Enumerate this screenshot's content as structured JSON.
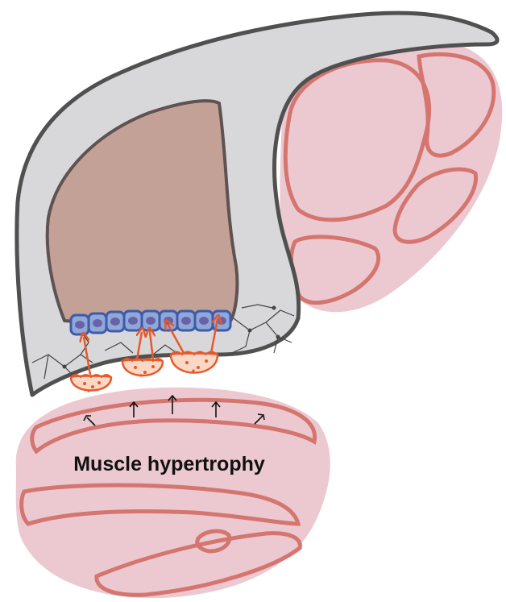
{
  "diagram": {
    "label": "Muscle hypertrophy"
  },
  "colors": {
    "background": "#ffffff",
    "bone_fill": "#d8d8da",
    "bone_outline": "#505050",
    "marrow_fill": "#c4a196",
    "marrow_outline": "#5e5252",
    "muscle_fill": "#ecc9d0",
    "muscle_fascicle_outline": "#d4756f",
    "osteoblast_fill": "#8fa8d8",
    "osteoblast_outline": "#3f5aa8",
    "osteoblast_nucleus": "#6a62a8",
    "signal_vesicle_fill": "#fbd8c6",
    "signal_arrow": "#e55a2b",
    "force_arrow": "#111111",
    "canaliculi": "#444444"
  },
  "icons": {
    "signal_arrows": "upward-arrow",
    "force_arrows": "upward-arrow"
  }
}
